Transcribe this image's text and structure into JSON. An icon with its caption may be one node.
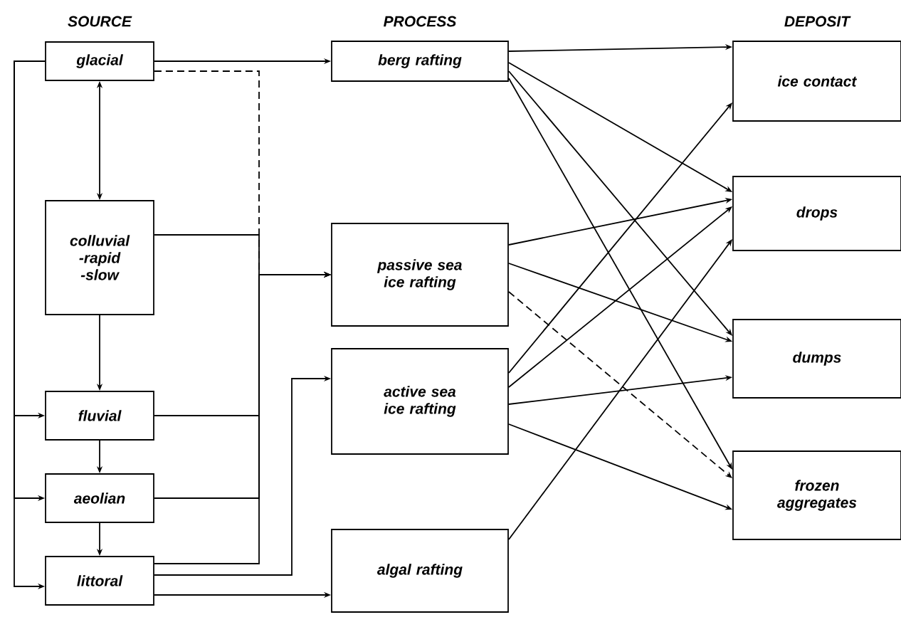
{
  "diagram": {
    "nodes": [
      {
        "text": [
          "glacial"
        ]
      },
      {
        "text": [
          "colluvial -rapid -slow"
        ]
      },
      {
        "text": [
          "fluvial"
        ]
      },
      {
        "text": [
          "aeolian"
        ]
      },
      {
        "text": [
          "littoral"
        ]
      },
      {
        "text": [
          "berg rafting"
        ]
      },
      {
        "text": [
          "passive sea ice rafting"
        ]
      },
      {
        "text": [
          "active sea ice rafting"
        ]
      },
      {
        "text": [
          "algal rafting"
        ]
      },
      {
        "text": [
          "ice contact"
        ]
      },
      {
        "text": [
          "drops"
        ]
      },
      {
        "text": [
          "dumps"
        ]
      },
      {
        "text": [
          "frozen aggregates"
        ]
      }
    ],
    "edges": [
      {
        "from": 0,
        "to": 1,
        "arrow": "both"
      },
      {
        "from": 1,
        "to": 2,
        "arrow": "to"
      },
      {
        "from": 2,
        "to": 3,
        "arrow": "to"
      },
      {
        "from": 3,
        "to": 4,
        "arrow": "to"
      },
      {
        "from": 0,
        "to": 2,
        "arrow": "to"
      },
      {
        "from": 0,
        "to": 3,
        "arrow": "to"
      },
      {
        "from": 0,
        "to": 4,
        "arrow": "to"
      },
      {
        "from": 0,
        "to": 5,
        "arrow": "to"
      },
      {
        "from": 0,
        "to": 6,
        "arrow": "to",
        "style": "dashed"
      },
      {
        "from": 1,
        "to": 6,
        "arrow": "to"
      },
      {
        "from": 2,
        "to": 6,
        "arrow": "to"
      },
      {
        "from": 3,
        "to": 6,
        "arrow": "to"
      },
      {
        "from": 4,
        "to": 6,
        "arrow": "to"
      },
      {
        "from": 4,
        "to": 7,
        "arrow": "to"
      },
      {
        "from": 4,
        "to": 8,
        "arrow": "to"
      },
      {
        "from": 5,
        "to": 9,
        "arrow": "to"
      },
      {
        "from": 5,
        "to": 10,
        "arrow": "to"
      },
      {
        "from": 5,
        "to": 11,
        "arrow": "to"
      },
      {
        "from": 5,
        "to": 12,
        "arrow": "to"
      },
      {
        "from": 6,
        "to": 10,
        "arrow": "to"
      },
      {
        "from": 6,
        "to": 11,
        "arrow": "to"
      },
      {
        "from": 6,
        "to": 12,
        "arrow": "to",
        "style": "dashed"
      },
      {
        "from": 7,
        "to": 9,
        "arrow": "to"
      },
      {
        "from": 7,
        "to": 10,
        "arrow": "to"
      },
      {
        "from": 7,
        "to": 11,
        "arrow": "to"
      },
      {
        "from": 7,
        "to": 12,
        "arrow": "to"
      },
      {
        "from": 8,
        "to": 10,
        "arrow": "to"
      }
    ],
    "labels": [
      "SOURCE",
      "PROCESS",
      "DEPOSIT"
    ]
  }
}
